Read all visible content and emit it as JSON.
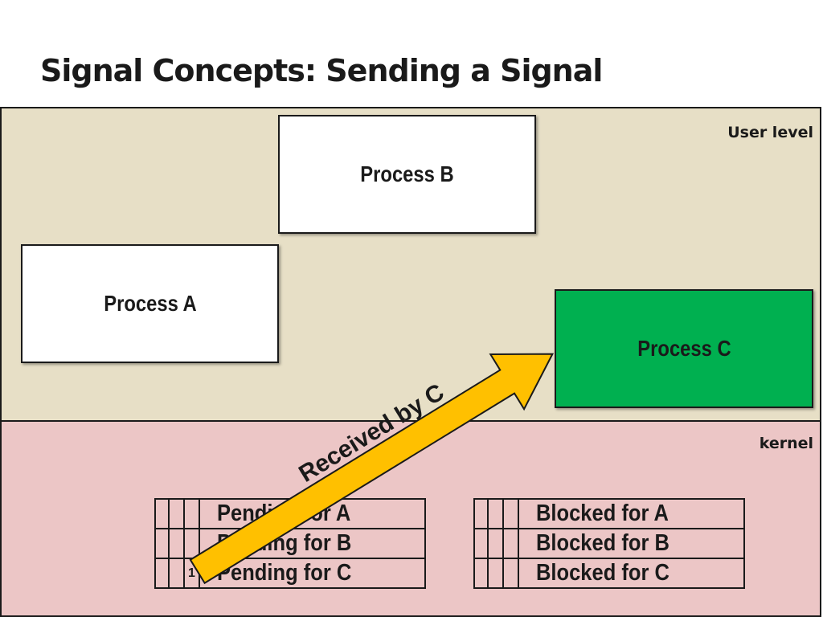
{
  "title": "Signal Concepts: Sending a Signal",
  "regions": {
    "user_label": "User level",
    "kernel_label": "kernel"
  },
  "processes": {
    "a": "Process A",
    "b": "Process B",
    "c": "Process C"
  },
  "colors": {
    "user_bg": "#e7dfc6",
    "kernel_bg": "#ecc6c6",
    "process_c": "#00b050",
    "arrow": "#ffc000"
  },
  "pending": {
    "rows": [
      {
        "label": "Pending for A",
        "bit": ""
      },
      {
        "label": "Pending for B",
        "bit": ""
      },
      {
        "label": "Pending for C",
        "bit": "1"
      }
    ]
  },
  "blocked": {
    "rows": [
      {
        "label": "Blocked for A"
      },
      {
        "label": "Blocked for B"
      },
      {
        "label": "Blocked for C"
      }
    ]
  },
  "arrow": {
    "label": "Received by C"
  }
}
